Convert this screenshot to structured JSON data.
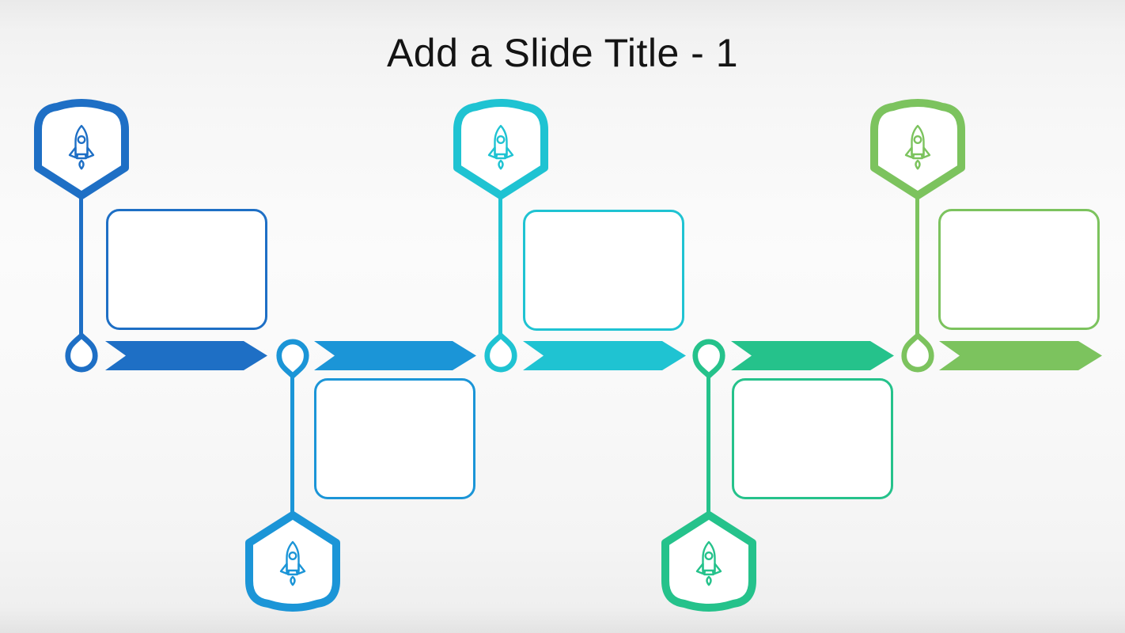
{
  "slide": {
    "title": "Add a Slide Title - 1",
    "background_color_top": "#eaeaea",
    "background_color_middle": "#fbfbfb",
    "background_color_bottom": "#e3e3e3"
  },
  "timeline": {
    "direction": "left-to-right",
    "steps": [
      {
        "name": "step-1",
        "color": "#1e6fc5",
        "icon": "rocket-icon",
        "shield_position": "above-line",
        "box_text": ""
      },
      {
        "name": "step-2",
        "color": "#1b95d7",
        "icon": "rocket-icon",
        "shield_position": "below-line",
        "box_text": ""
      },
      {
        "name": "step-3",
        "color": "#1fc3d2",
        "icon": "rocket-icon",
        "shield_position": "above-line",
        "box_text": ""
      },
      {
        "name": "step-4",
        "color": "#25c28b",
        "icon": "rocket-icon",
        "shield_position": "below-line",
        "box_text": ""
      },
      {
        "name": "step-5",
        "color": "#7cc35e",
        "icon": "rocket-icon",
        "shield_position": "above-line",
        "box_text": ""
      }
    ]
  }
}
